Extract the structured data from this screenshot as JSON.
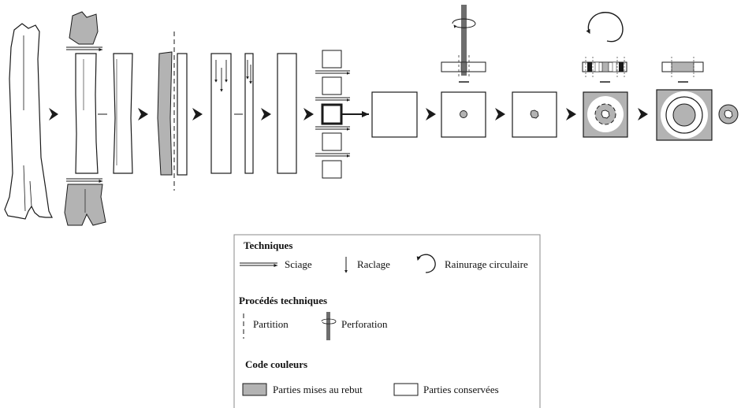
{
  "colors": {
    "stroke": "#1a1a1a",
    "discarded": "#b3b3b3",
    "kept": "#ffffff",
    "perforation": "#6e6e6e",
    "legend_border": "#8a8a8a"
  },
  "legend": {
    "techniques_title": "Techniques",
    "sawing": "Sciage",
    "scraping": "Raclage",
    "circular_groove": "Rainurage circulaire",
    "procedures_title": "Procédés techniques",
    "partition": "Partition",
    "perforation": "Perforation",
    "colors_title": "Code couleurs",
    "discarded_parts": "Parties mises au rebut",
    "kept_parts": "Parties conservées"
  },
  "icons": {
    "step_arrow": "black-triangle-right",
    "circular_groove": "circular-arrow-icon",
    "perforation": "drill-rod-icon",
    "sawing": "double-line-arrow-icon",
    "scraping": "down-arrow-icon"
  }
}
